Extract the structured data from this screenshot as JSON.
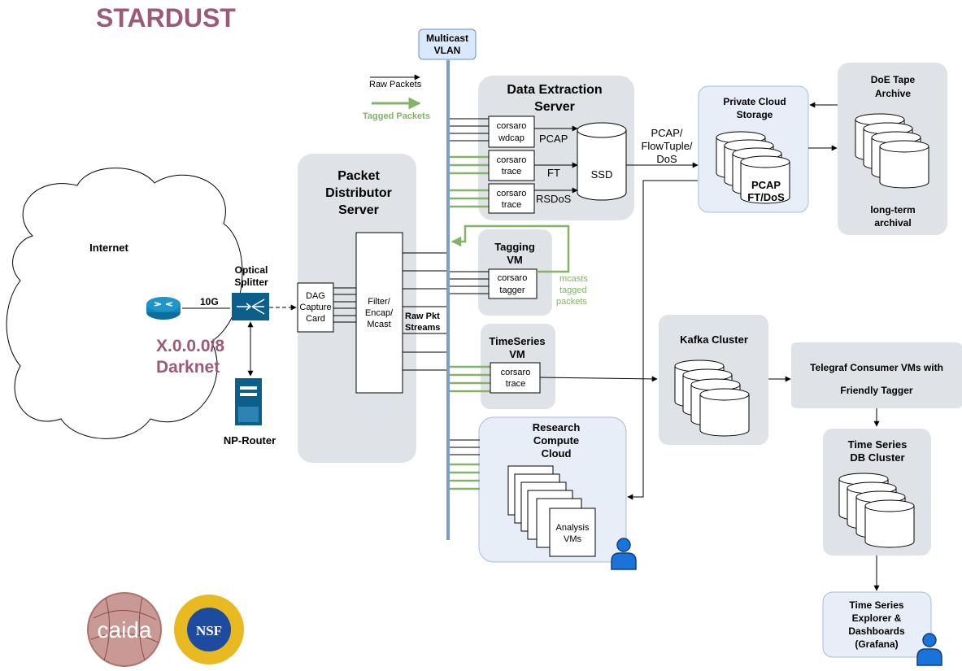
{
  "title": "STARDUST",
  "colors": {
    "title": "#9b5a7a",
    "darknet": "#9b5a7a",
    "vlan_line": "#7d9fc6",
    "tagged": "#82b366",
    "server_fill": "#dfe3e8",
    "cloud_fill": "#e8eef8",
    "box_border": "#000000"
  },
  "legend": {
    "raw": "Raw Packets",
    "tagged": "Tagged Packets"
  },
  "internet": {
    "label": "Internet",
    "darknet_line1": "X.0.0.0/8",
    "darknet_line2": "Darknet"
  },
  "link_10g": "10G",
  "optical_splitter": {
    "line1": "Optical",
    "line2": "Splitter"
  },
  "np_router": "NP-Router",
  "packet_distributor": {
    "line1": "Packet",
    "line2": "Distributor",
    "line3": "Server",
    "dag": [
      "DAG",
      "Capture",
      "Card"
    ],
    "filter": [
      "Filter/",
      "Encap/",
      "Mcast"
    ],
    "streams": [
      "Raw Pkt",
      "Streams"
    ]
  },
  "multicast_vlan": {
    "line1": "Multicast",
    "line2": "VLAN"
  },
  "data_extraction": {
    "line1": "Data Extraction",
    "line2": "Server",
    "modules": [
      {
        "line1": "corsaro",
        "line2": "wdcap",
        "output": "PCAP"
      },
      {
        "line1": "corsaro",
        "line2": "trace",
        "output": "FT"
      },
      {
        "line1": "corsaro",
        "line2": "trace",
        "output": "RSDoS"
      }
    ],
    "ssd": "SSD"
  },
  "pcap_flow": [
    "PCAP/",
    "FlowTuple/",
    "DoS"
  ],
  "private_cloud": {
    "line1": "Private Cloud",
    "line2": "Storage",
    "db_line1": "PCAP",
    "db_line2": "FT/DoS"
  },
  "doe_tape": {
    "line1": "DoE Tape",
    "line2": "Archive",
    "foot1": "long-term",
    "foot2": "archival"
  },
  "tagging_vm": {
    "line1": "Tagging",
    "line2": "VM",
    "mod1": "corsaro",
    "mod2": "tagger",
    "note": [
      "mcasts",
      "tagged",
      "packets"
    ]
  },
  "timeseries_vm": {
    "line1": "TimeSeries",
    "line2": "VM",
    "mod1": "corsaro",
    "mod2": "trace"
  },
  "kafka": "Kafka Cluster",
  "telegraf": {
    "line1": "Telegraf Consumer VMs with",
    "line2": "Friendly Tagger"
  },
  "tsdb": {
    "line1": "Time Series",
    "line2": "DB Cluster"
  },
  "grafana": {
    "line1": "Time Series",
    "line2": "Explorer &",
    "line3": "Dashboards",
    "line4": "(Grafana)"
  },
  "research_cloud": {
    "line1": "Research",
    "line2": "Compute",
    "line3": "Cloud",
    "vm1": "Analysis",
    "vm2": "VMs"
  },
  "logos": {
    "caida": "caida",
    "nsf": "NSF"
  }
}
